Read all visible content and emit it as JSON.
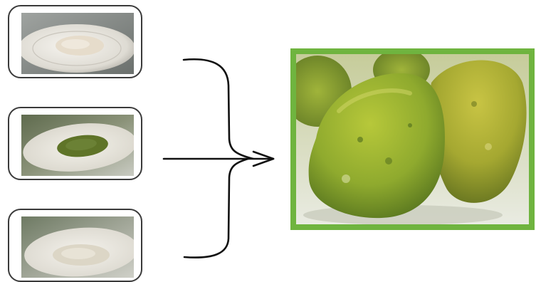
{
  "diagram": {
    "ingredients": [
      {
        "id": "ingredient-1",
        "powder": "white-flour-powder",
        "powder_color": "#e6dccb"
      },
      {
        "id": "ingredient-2",
        "powder": "green-leaf-powder",
        "powder_color": "#5f7428"
      },
      {
        "id": "ingredient-3",
        "powder": "cream-powder",
        "powder_color": "#dcd6c6"
      }
    ],
    "result": {
      "product": "green-dumplings",
      "frame_color": "#6fb43f",
      "dumpling_color": "#9fbd2c"
    },
    "connector": {
      "symbol": "curly-brace-with-arrow",
      "stroke_color": "#111111"
    }
  }
}
